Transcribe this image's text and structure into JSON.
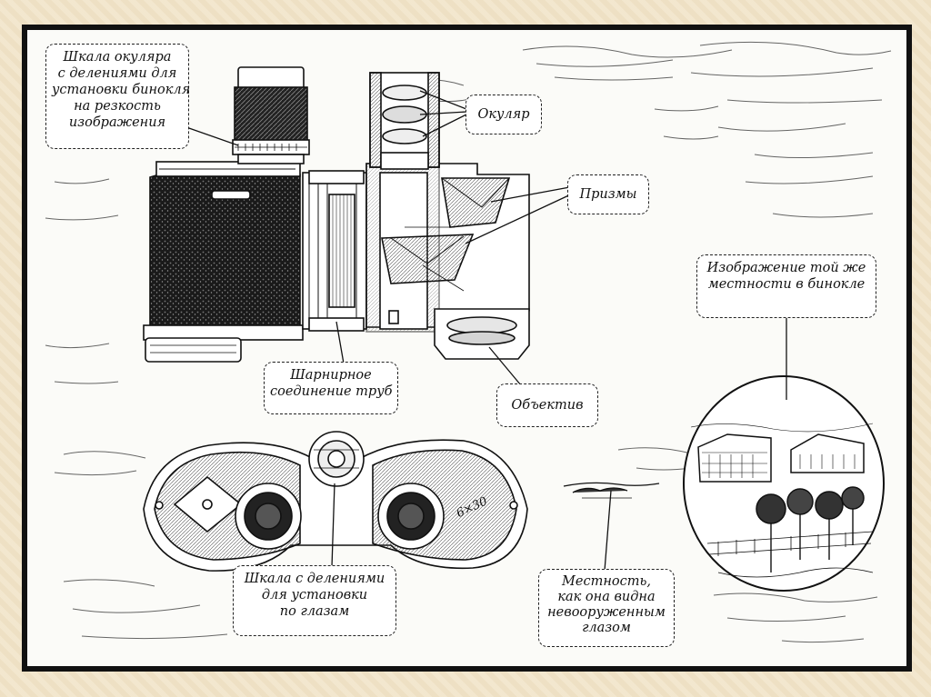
{
  "callouts": {
    "eyepiece_scale": [
      "Шкала окуляра",
      "с делениями для",
      "установки бинокля",
      "на резкость",
      "изображения"
    ],
    "eyepiece": [
      "Окуляр"
    ],
    "prisms": [
      "Призмы"
    ],
    "hinge": [
      "Шарнирное",
      "соединение труб"
    ],
    "objective": [
      "Объектив"
    ],
    "view_in_binocular": [
      "Изображение той же",
      "местности в бинокле"
    ],
    "eye_scale": [
      "Шкала с делениями",
      "для установки",
      "по глазам"
    ],
    "naked_eye": [
      "Местность,",
      "как она видна",
      "невооруженным",
      "глазом"
    ]
  },
  "marking": "6×30",
  "colors": {
    "ink": "#111111",
    "paper": "#fbfbf8",
    "slide": "#f2e6cc"
  }
}
